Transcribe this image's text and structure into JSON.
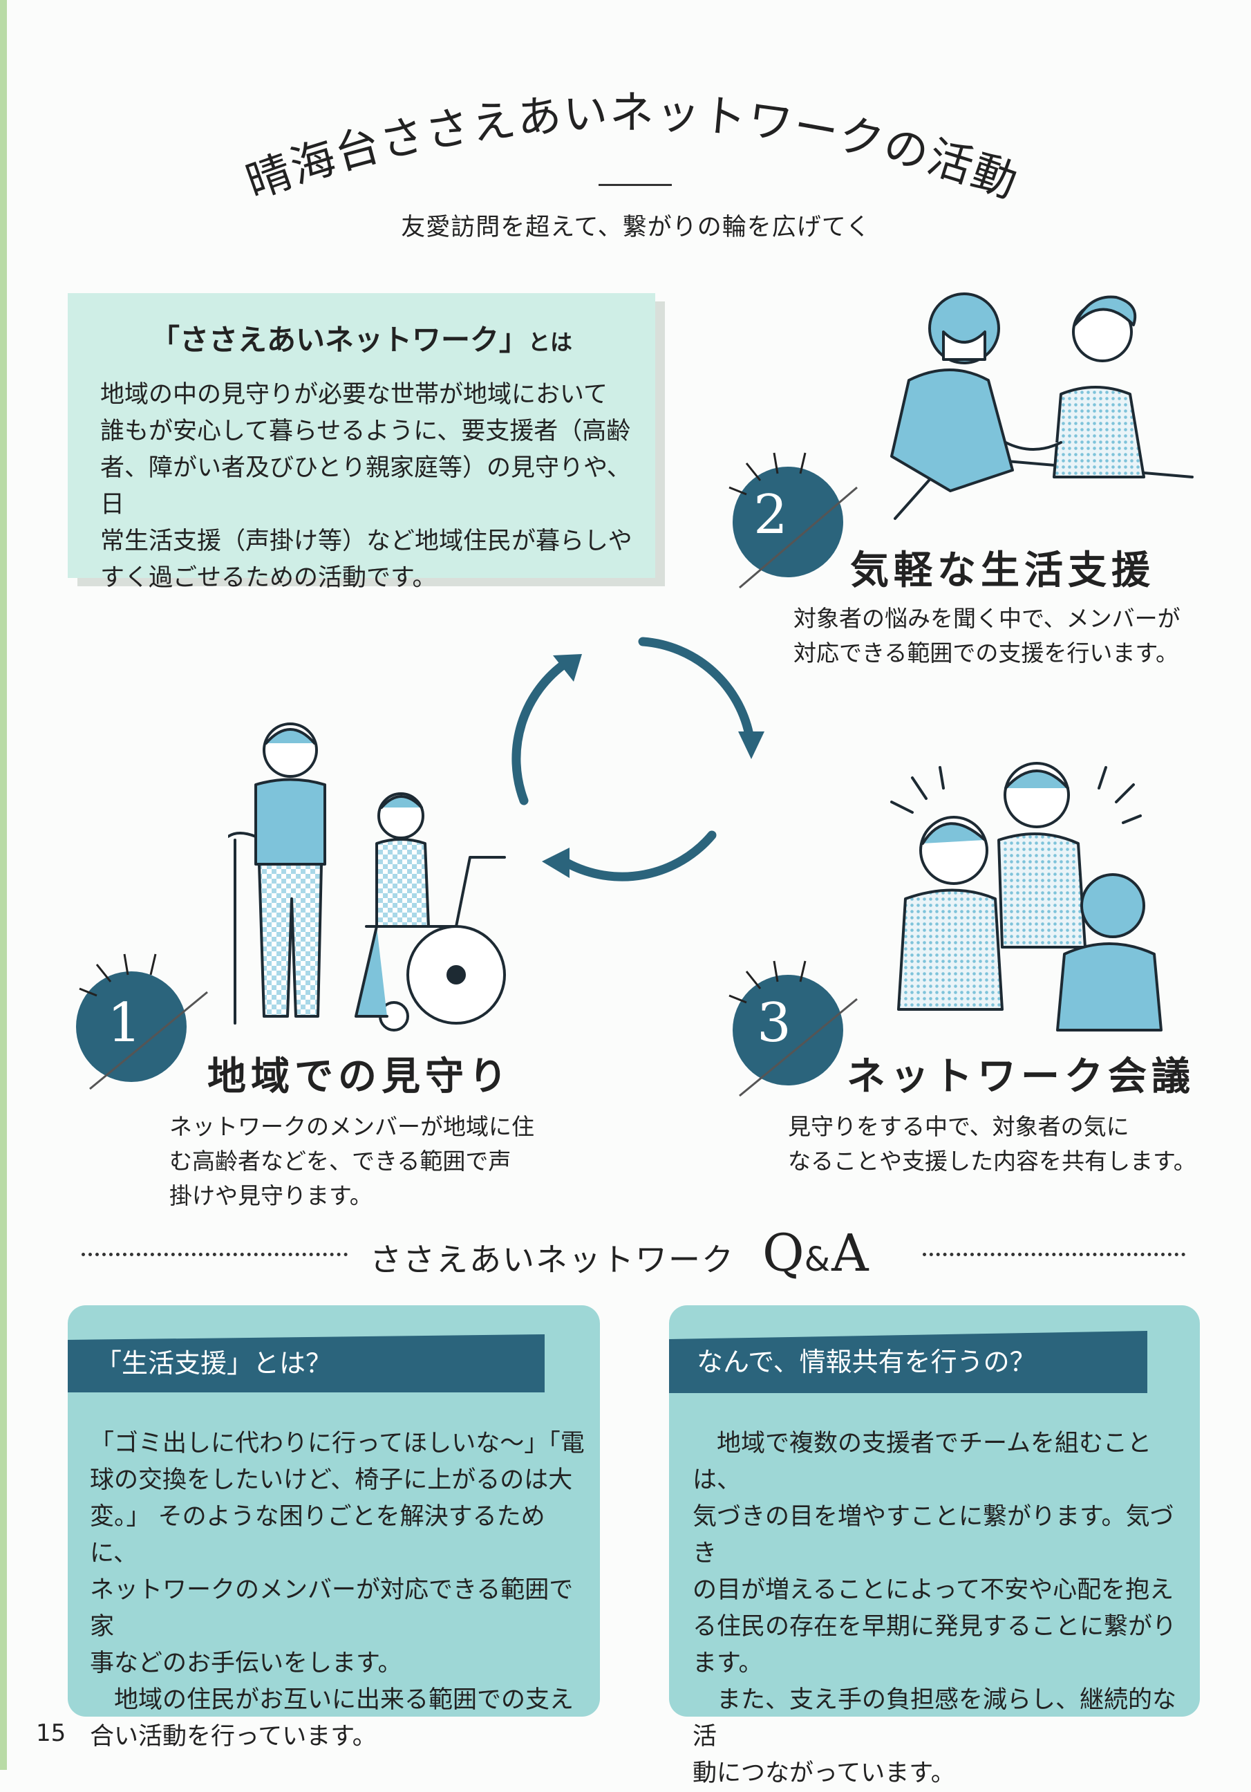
{
  "page": {
    "title": "晴海台ささえあいネットワークの活動",
    "subtitle": "友愛訪問を超えて、繋がりの輪を広げてく",
    "page_number": "15"
  },
  "definition": {
    "heading": "「ささえあいネットワーク」",
    "heading_suffix": "とは",
    "lines": [
      "地域の中の見守りが必要な世帯が地域において",
      "誰もが安心して暮らせるように、要支援者（高齢",
      "者、障がい者及びひとり親家庭等）の見守りや、日",
      "常生活支援（声掛け等）など地域住民が暮らしや",
      "すく過ごせるための活動です。"
    ]
  },
  "activities": [
    {
      "number": "1",
      "title": "地域での見守り",
      "lines": [
        "ネットワークのメンバーが地域に住",
        "む高齢者などを、できる範囲で声",
        "掛けや見守ります。"
      ]
    },
    {
      "number": "2",
      "title": "気軽な生活支援",
      "lines": [
        "対象者の悩みを聞く中で、メンバーが",
        "対応できる範囲での支援を行います。"
      ]
    },
    {
      "number": "3",
      "title": "ネットワーク会議",
      "lines": [
        "見守りをする中で、対象者の気に",
        "なることや支援した内容を共有します。"
      ]
    }
  ],
  "qa_header": {
    "label": "ささえあいネットワーク",
    "q": "Q",
    "amp": "&",
    "a": "A"
  },
  "qa": [
    {
      "question": "「生活支援」とは？",
      "lines": [
        "「ゴミ出しに代わりに行ってほしいな～」「電",
        "球の交換をしたいけど、椅子に上がるのは大",
        "変。」 そのような困りごとを解決するために、",
        "ネットワークのメンバーが対応できる範囲で家",
        "事などのお手伝いをします。",
        "　地域の住民がお互いに出来る範囲での支え",
        "合い活動を行っています。"
      ]
    },
    {
      "question": "なんで、情報共有を行うの？",
      "lines": [
        "　地域で複数の支援者でチームを組むことは、",
        "気づきの目を増やすことに繋がります。気づき",
        "の目が増えることによって不安や心配を抱え",
        "る住民の存在を早期に発見することに繋がり",
        "ます。",
        "　また、支え手の負担感を減らし、継続的な活",
        "動につながっています。"
      ]
    }
  ],
  "colors": {
    "navy": "#2b647c",
    "illustration_blue": "#7ec3da",
    "mint_box": "#cfeee6",
    "qa_card": "#9ed7d6",
    "edge_green": "#b9dba6"
  },
  "icons": [
    "cycle-arrows-icon",
    "elderly-people-illustration",
    "caregiver-illustration",
    "meeting-illustration",
    "sparkle-lines-icon"
  ]
}
